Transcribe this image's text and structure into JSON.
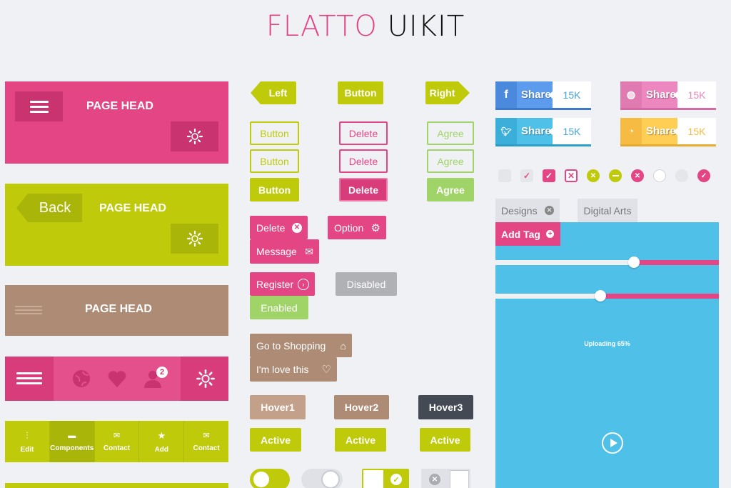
{
  "title": {
    "part1": "FLATTO",
    "part2": "UIKIT"
  },
  "headers": {
    "h1": {
      "title": "PAGE HEAD"
    },
    "h2": {
      "title": "PAGE HEAD",
      "back": "Back"
    },
    "h3": {
      "title": "PAGE HEAD"
    },
    "h4": {
      "badge": "2"
    }
  },
  "toolbar": {
    "items": [
      {
        "label": "Edit",
        "icon": "sliders-icon"
      },
      {
        "label": "Components",
        "icon": "chat-icon"
      },
      {
        "label": "Contact",
        "icon": "mail-icon"
      },
      {
        "label": "Add",
        "icon": "star-icon"
      },
      {
        "label": "Contact",
        "icon": "mail-icon"
      }
    ]
  },
  "buttons": {
    "left": "Left",
    "button": "Button",
    "right": "Right",
    "button_outline_1": "Button",
    "button_outline_2": "Button",
    "button_solid": "Button",
    "delete_outline_1": "Delete",
    "delete_outline_2": "Delete",
    "delete_solid": "Delete",
    "agree_outline_1": "Agree",
    "agree_outline_2": "Agree",
    "agree_solid": "Agree"
  },
  "tags": {
    "delete": "Delete",
    "option": "Option",
    "message": "Message",
    "register": "Register",
    "disabled": "Disabled",
    "enabled": "Enabled",
    "shopping": "Go to Shopping",
    "love": "I'm love this"
  },
  "hover": {
    "h1": "Hover1",
    "h2": "Hover2",
    "h3": "Hover3"
  },
  "active": {
    "a1": "Active",
    "a2": "Active",
    "a3": "Active"
  },
  "social": {
    "facebook": {
      "label": "Share",
      "count": "15K"
    },
    "dribbble": {
      "label": "Share",
      "count": "15K"
    },
    "twitter": {
      "label": "Share",
      "count": "15K"
    },
    "rss": {
      "label": "Share",
      "count": "15K"
    }
  },
  "chips": {
    "designs": "Designs",
    "digital": "Digital Arts",
    "add_tag": "Add Tag"
  },
  "panel": {
    "uploading": "Uploading 65%",
    "slider1": 0.62,
    "slider2": 0.47
  },
  "colors": {
    "pink": "#e44685",
    "lime": "#bfcb0a",
    "brown": "#ad8b74",
    "blue": "#4fc1e9"
  }
}
